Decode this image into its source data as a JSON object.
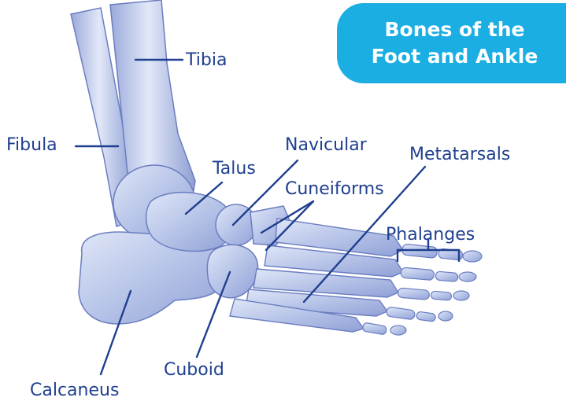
{
  "title": {
    "line1": "Bones of the",
    "line2": "Foot and Ankle"
  },
  "labels": {
    "tibia": "Tibia",
    "fibula": "Fibula",
    "talus": "Talus",
    "navicular": "Navicular",
    "cuneiforms": "Cuneiforms",
    "metatarsals": "Metatarsals",
    "phalanges": "Phalanges",
    "cuboid": "Cuboid",
    "calcaneus": "Calcaneus"
  },
  "colors": {
    "title_background": "#1aaee2",
    "label_text": "#1f3f8f",
    "leader_line": "#1f3f8f",
    "bone_fill": "#b9c6ea",
    "bone_outline": "#6b7dc0"
  }
}
